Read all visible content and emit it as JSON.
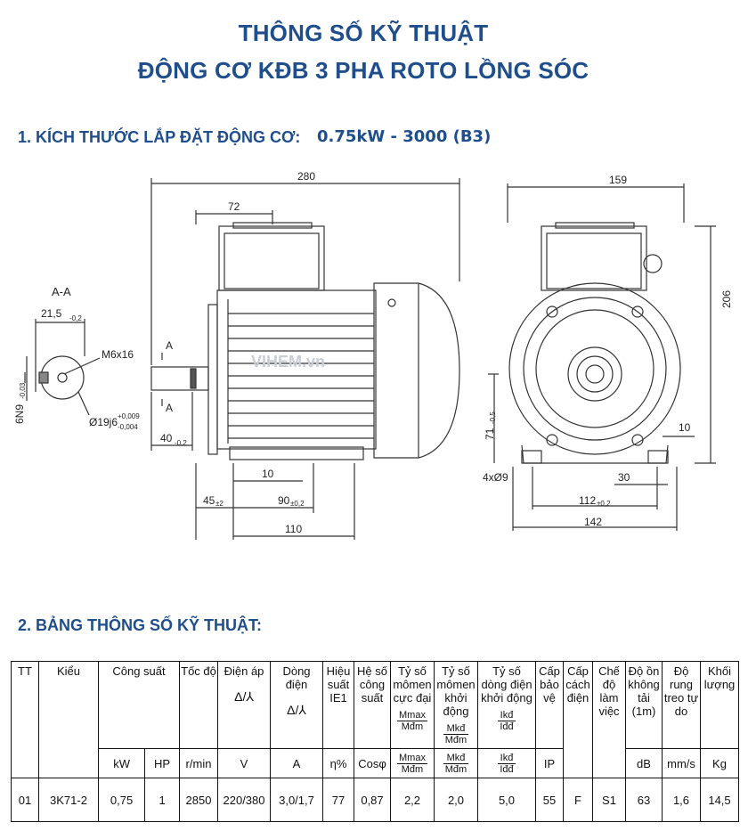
{
  "header": {
    "title_line1": "THÔNG SỐ KỸ THUẬT",
    "title_line2": "ĐỘNG CƠ KĐB 3 PHA ROTO LỒNG SÓC"
  },
  "section1": {
    "label": "1. KÍCH THƯỚC LẮP ĐẶT ĐỘNG CƠ:",
    "model": "0.75kW - 3000 (B3)"
  },
  "drawing": {
    "section_label": "A-A",
    "dim_21_5": "21,5",
    "dim_21_5_tol": "-0,2",
    "thread": "M6x16",
    "shaft_dia": "Ø19j6",
    "shaft_tol_upper": "+0,009",
    "shaft_tol_lower": "-0,004",
    "key_width": "6N9",
    "key_tol": "-0,03",
    "arrow_label": "A",
    "dim_40": "40",
    "dim_40_tol": "-0,2",
    "dim_280": "280",
    "dim_72": "72",
    "dim_10_side": "10",
    "dim_45": "45",
    "dim_45_tol": "±2",
    "dim_90": "90",
    "dim_90_tol": "±0,2",
    "dim_110": "110",
    "dim_159": "159",
    "dim_206": "206",
    "dim_71_5": "71",
    "dim_71_5_tol": "-0,5",
    "dim_10_front": "10",
    "holes": "4xØ9",
    "dim_30": "30",
    "dim_112": "112",
    "dim_112_tol": "±0,2",
    "dim_142": "142",
    "watermark": "VIHEM.vn"
  },
  "section2": {
    "label": "2. BẢNG THÔNG SỐ KỸ THUẬT:"
  },
  "table": {
    "headers": {
      "tt": "TT",
      "kieu": "Kiểu",
      "cong_suat": "Công suất",
      "toc_do": "Tốc độ",
      "dien_ap": "Điện áp",
      "dien_ap_sym": "Δ/⅄",
      "dong_dien": "Dòng điện",
      "dong_dien_sym": "Δ/⅄",
      "hieu_suat": "Hiệu suất IE1",
      "he_so_cong_suat": "Hệ số công suất",
      "ty_so_momen_cuc_dai": "Tỷ số mômen cực đại",
      "ty_so_momen_khoi_dong": "Tỷ số mômen khởi động",
      "ty_so_dong_dien": "Tỷ số dòng điện khởi động",
      "cap_bao_ve": "Cấp bảo vệ",
      "cap_cach_dien": "Cấp cách điện",
      "che_do_lam_viec": "Chế độ làm việc",
      "do_on": "Độ ồn không tải (1m)",
      "do_rung": "Độ rung treo tự do",
      "khoi_luong": "Khối lượng"
    },
    "ratios": {
      "mmax_num": "Mmax",
      "mmax_den": "Mđm",
      "mkd_num": "Mkđ",
      "mkd_den": "Mđm",
      "ikd_num": "Ikđ",
      "ikd_den": "Iđđ"
    },
    "units": {
      "kw": "kW",
      "hp": "HP",
      "rpm": "r/min",
      "v": "V",
      "a": "A",
      "eff": "η%",
      "pf": "Cosφ",
      "ip": "IP",
      "db": "dB",
      "vib": "mm/s",
      "kg": "Kg"
    },
    "rows": [
      {
        "tt": "01",
        "kieu": "3K71-2",
        "kw": "0,75",
        "hp": "1",
        "rpm": "2850",
        "v": "220/380",
        "a": "3,0/1,7",
        "eff": "77",
        "pf": "0,87",
        "mmax": "2,2",
        "mkd": "2,0",
        "ikd": "5,0",
        "ip": "55",
        "ins": "F",
        "duty": "S1",
        "noise": "63",
        "vib": "1,6",
        "mass": "14,5"
      }
    ]
  }
}
